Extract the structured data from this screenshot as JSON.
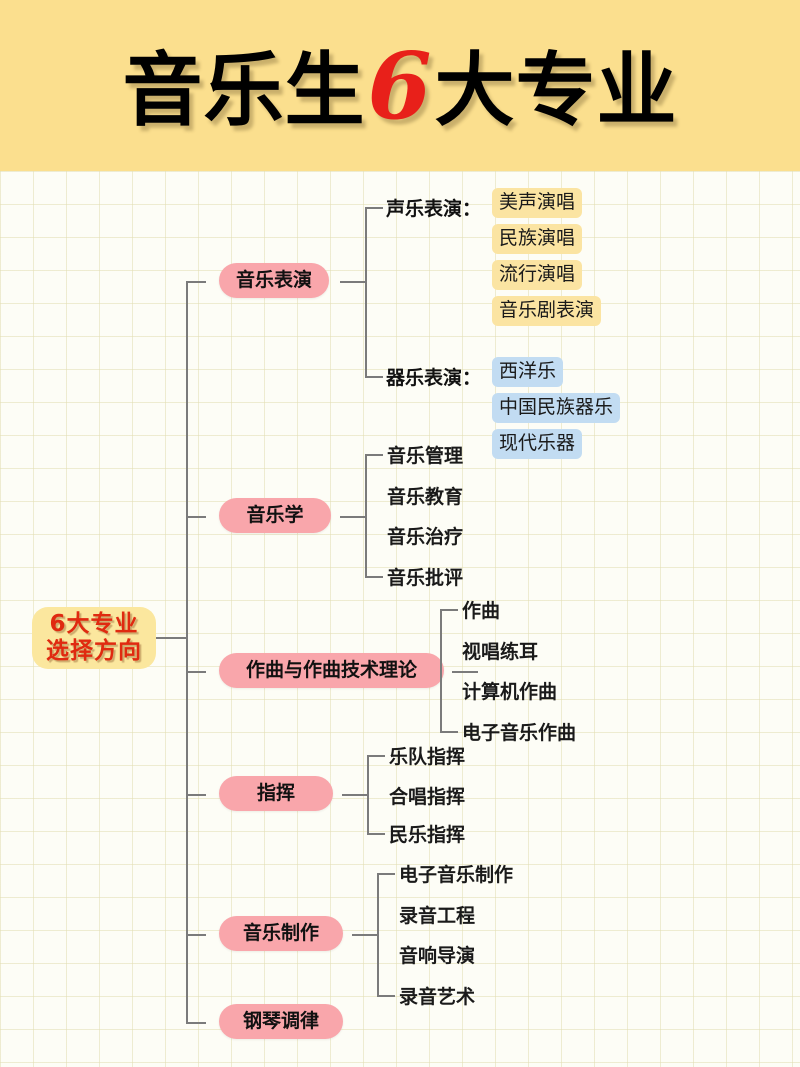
{
  "header": {
    "title_prefix": "音乐生",
    "title_number": "6",
    "title_suffix": "大专业",
    "background_color": "#fbdf8e",
    "number_color": "#e8201a"
  },
  "root": {
    "line1": "6大专业",
    "line2": "选择方向",
    "background_color": "#fbe79e",
    "text_color": "#e02a10"
  },
  "colors": {
    "node_pink": "#f9a6ab",
    "tag_yellow": "#fbe4a2",
    "tag_blue": "#c2dcf2",
    "connector": "#7b7b7b",
    "paper": "#fdfdf6",
    "grid_line": "#e2ddb2"
  },
  "branches": [
    {
      "label": "音乐表演",
      "groups": [
        {
          "label": "声乐表演：",
          "tag_style": "yellow",
          "tags": [
            "美声演唱",
            "民族演唱",
            "流行演唱",
            "音乐剧表演"
          ]
        },
        {
          "label": "器乐表演：",
          "tag_style": "blue",
          "tags": [
            "西洋乐",
            "中国民族器乐",
            "现代乐器"
          ]
        }
      ]
    },
    {
      "label": "音乐学",
      "leaves": [
        "音乐管理",
        "音乐教育",
        "音乐治疗",
        "音乐批评"
      ]
    },
    {
      "label": "作曲与作曲技术理论",
      "leaves": [
        "作曲",
        "视唱练耳",
        "计算机作曲",
        "电子音乐作曲"
      ]
    },
    {
      "label": "指挥",
      "leaves": [
        "乐队指挥",
        "合唱指挥",
        "民乐指挥"
      ]
    },
    {
      "label": "音乐制作",
      "leaves": [
        "电子音乐制作",
        "录音工程",
        "音响导演",
        "录音艺术"
      ]
    },
    {
      "label": "钢琴调律",
      "leaves": []
    }
  ]
}
